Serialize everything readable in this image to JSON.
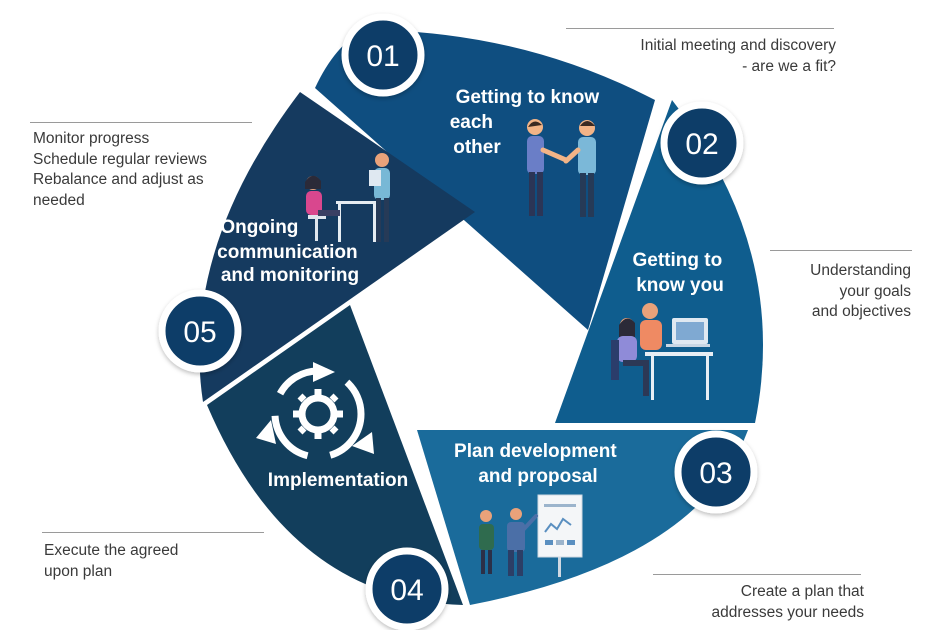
{
  "cycle": {
    "stages": [
      {
        "number": "01",
        "title_lines": [
          "Getting to know",
          "each",
          "other"
        ],
        "note_lines": [
          "Initial meeting and discovery",
          "- are we a fit?"
        ],
        "color": "#0f4e80"
      },
      {
        "number": "02",
        "title_lines": [
          "Getting to",
          "know you"
        ],
        "note_lines": [
          "Understanding",
          "your goals",
          "and objectives"
        ],
        "color": "#0f5d8e"
      },
      {
        "number": "03",
        "title_lines": [
          "Plan development",
          "and proposal"
        ],
        "note_lines": [
          "Create a plan that",
          "addresses your needs"
        ],
        "color": "#1a6b9b"
      },
      {
        "number": "04",
        "title_lines": [
          "Implementation"
        ],
        "note_lines": [
          "Execute the agreed",
          "upon plan"
        ],
        "color": "#123e5c"
      },
      {
        "number": "05",
        "title_lines": [
          "Ongoing",
          "communication",
          "and monitoring"
        ],
        "note_lines": [
          "Monitor progress",
          "Schedule regular reviews",
          "Rebalance and adjust as",
          "needed"
        ],
        "color": "#153a5f"
      }
    ],
    "illustrations": [
      "handshake-illustration",
      "laptop-meeting-illustration",
      "presentation-board-illustration",
      "gear-cycle-icon",
      "desk-consultation-illustration"
    ],
    "colors": {
      "badge_fill": "#0e3e68",
      "badge_ring": "#ffffff",
      "text_on_dark": "#ffffff",
      "note_text": "#3a3a3a",
      "rule": "#9a9a9a"
    }
  }
}
